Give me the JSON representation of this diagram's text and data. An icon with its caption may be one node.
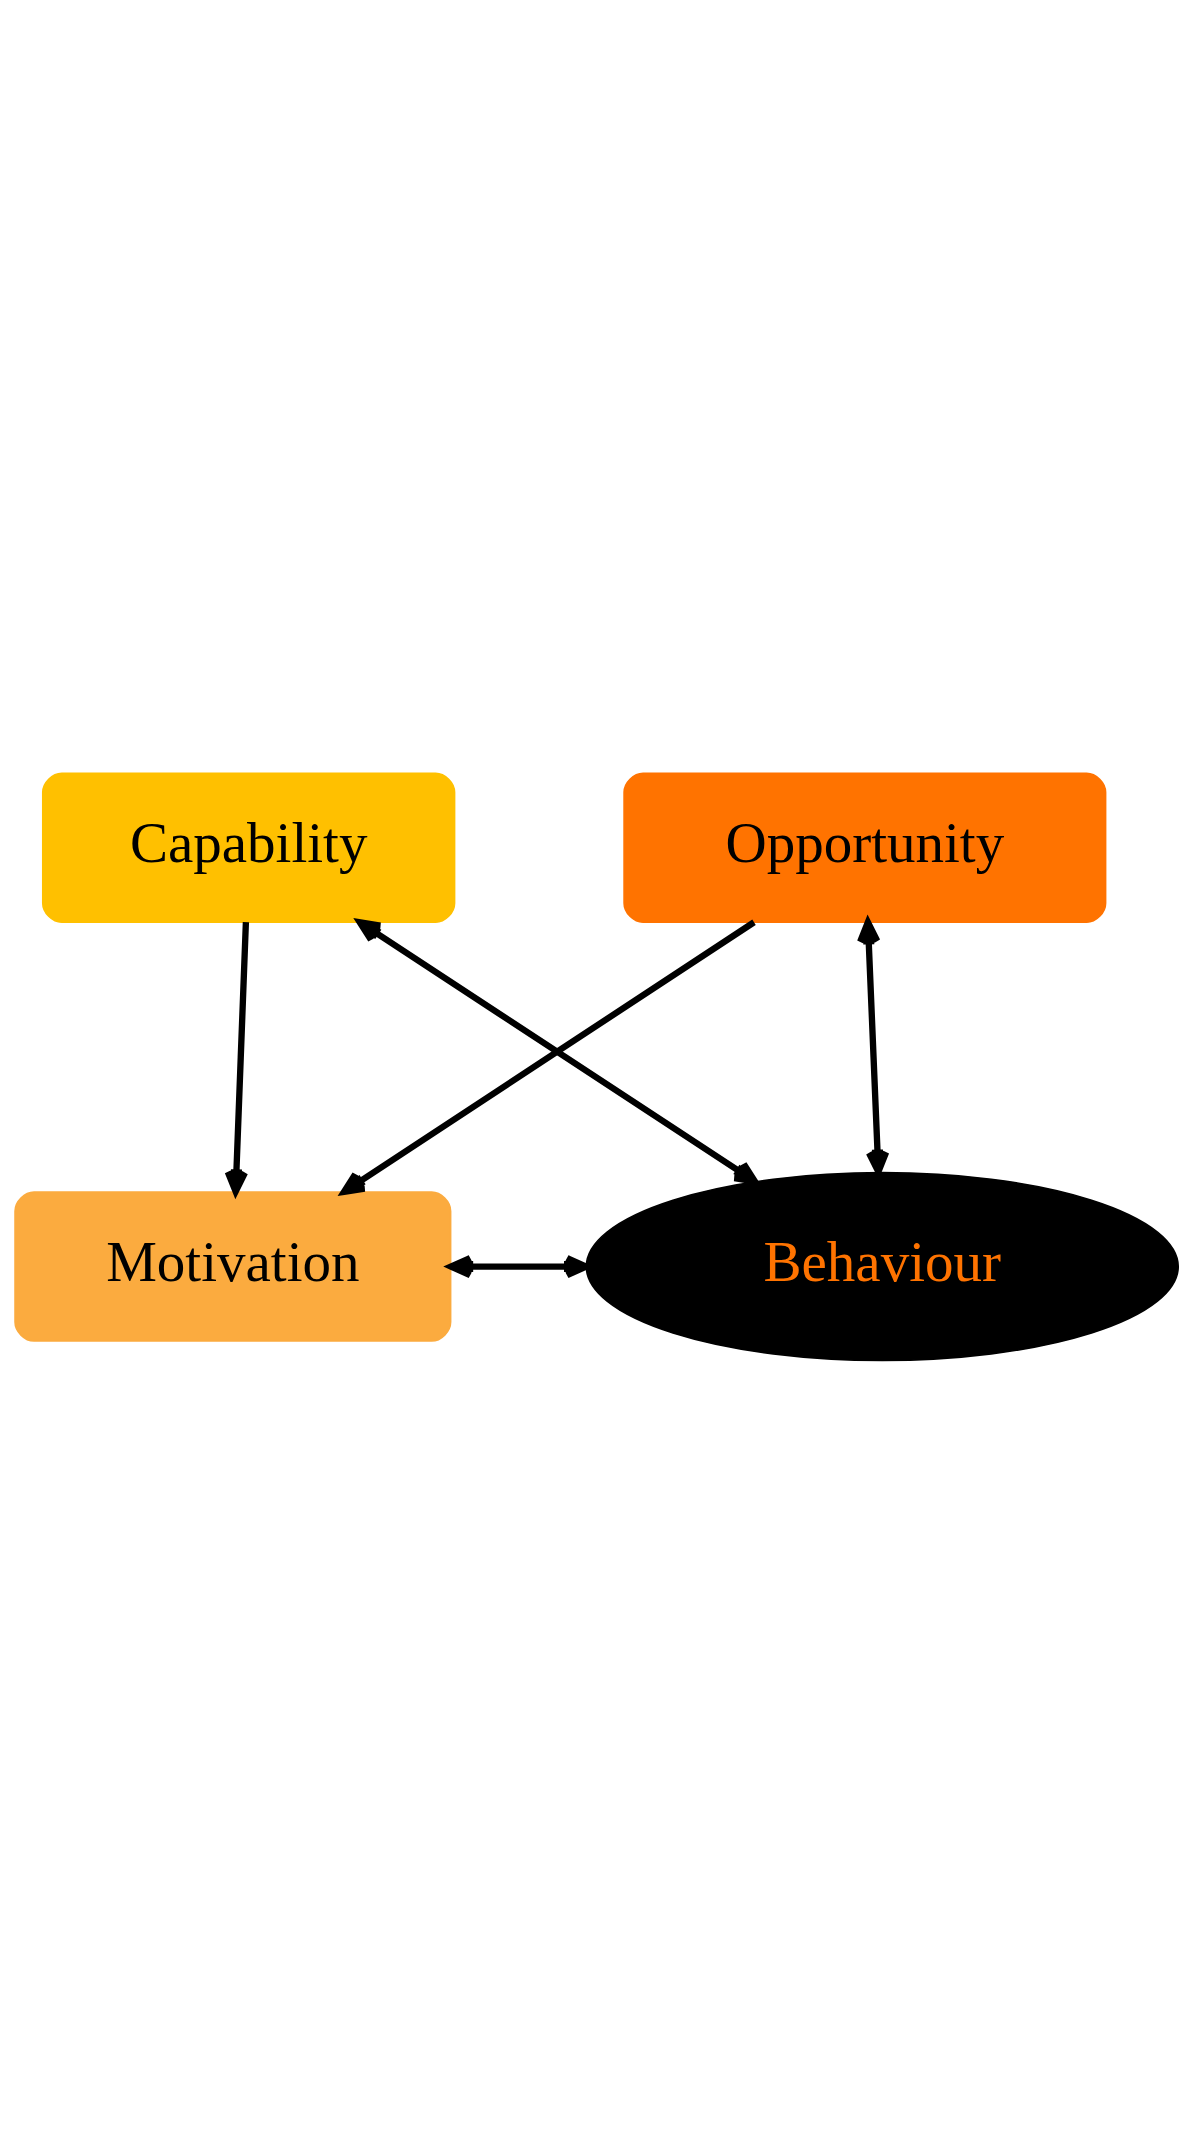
{
  "diagram": {
    "nodes": [
      {
        "text": [
          "Capability"
        ]
      },
      {
        "text": [
          "Motivation"
        ]
      },
      {
        "text": [
          "Behaviour"
        ]
      },
      {
        "text": [
          "Opportunity"
        ]
      }
    ],
    "edges": [
      {
        "from": 0,
        "to": 1,
        "arrow": "to"
      },
      {
        "from": 0,
        "to": 2,
        "arrow": "both"
      },
      {
        "from": 1,
        "to": 2,
        "arrow": "both"
      },
      {
        "from": 3,
        "to": 1,
        "arrow": "to"
      },
      {
        "from": 3,
        "to": 2,
        "arrow": "both"
      }
    ]
  }
}
